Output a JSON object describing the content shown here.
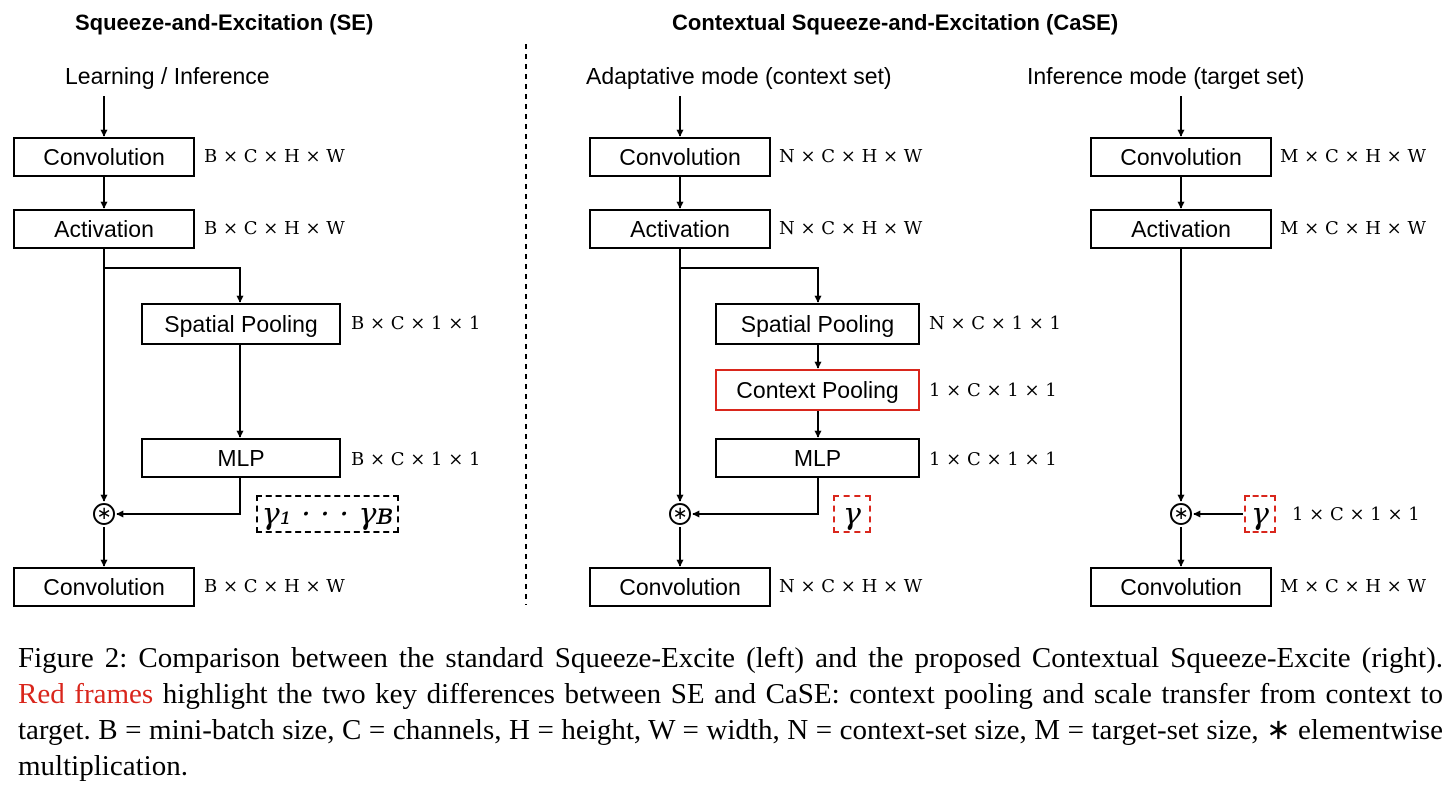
{
  "se": {
    "title": "Squeeze-and-Excitation (SE)",
    "mode": "Learning / Inference",
    "boxes": {
      "conv1": "Convolution",
      "act": "Activation",
      "spool": "Spatial Pooling",
      "mlp": "MLP",
      "conv2": "Convolution"
    },
    "dims": {
      "conv1": "B × C × H × W",
      "act": "B × C × H × W",
      "spool": "B × C × 1 × 1",
      "mlp": "B × C × 1 × 1",
      "conv2": "B × C × H × W"
    },
    "gamma": "γ₁ · · · γʙ"
  },
  "case": {
    "title": "Contextual Squeeze-and-Excitation (CaSE)",
    "adapt": {
      "mode": "Adaptative mode (context set)",
      "boxes": {
        "conv1": "Convolution",
        "act": "Activation",
        "spool": "Spatial Pooling",
        "cpool": "Context Pooling",
        "mlp": "MLP",
        "conv2": "Convolution"
      },
      "dims": {
        "conv1": "N × C × H × W",
        "act": "N × C × H × W",
        "spool": "N × C × 1 × 1",
        "cpool": "1 × C × 1 × 1",
        "mlp": "1 × C × 1 × 1",
        "conv2": "N × C × H × W"
      },
      "gamma": "γ"
    },
    "infer": {
      "mode": "Inference mode (target set)",
      "boxes": {
        "conv1": "Convolution",
        "act": "Activation",
        "conv2": "Convolution"
      },
      "dims": {
        "conv1": "M × C × H × W",
        "act": "M × C × H × W",
        "gamma": "1 × C × 1 × 1",
        "conv2": "M × C × H × W"
      },
      "gamma": "γ"
    }
  },
  "mult_symbol": "∗",
  "caption": {
    "part1": "Figure 2: Comparison between the standard Squeeze-Excite (left) and the proposed Contextual Squeeze-Excite (right). ",
    "red": "Red frames",
    "part2": " highlight the two key differences between SE and CaSE: context pooling and scale transfer from context to target. B = mini-batch size, C = channels, H = height, W = width, N = context-set size, M = target-set size, ∗ elementwise multiplication."
  },
  "colors": {
    "accent_red": "#d9261c",
    "line": "#000000",
    "background": "#ffffff"
  }
}
